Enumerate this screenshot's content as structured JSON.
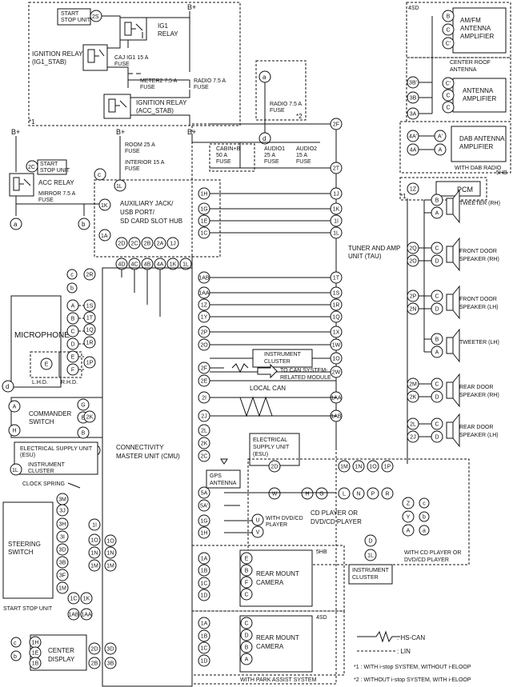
{
  "labels": {
    "start_stop_unit_top": [
      "START",
      "STOP UNIT"
    ],
    "ig1_relay": [
      "IG1",
      "RELAY"
    ],
    "ignition_relay_ig1": [
      "IGNITION RELAY",
      "(IG1_STAB)"
    ],
    "caj_ig1_fuse": [
      "CAJ IG1 15 A",
      "FUSE"
    ],
    "meter2_fuse": [
      "METER2 7.5 A",
      "FUSE"
    ],
    "radio_fuse_top": [
      "RADIO 7.5 A",
      "FUSE"
    ],
    "ignition_relay_acc": [
      "IGNITION RELAY",
      "(ACC_STAB)"
    ],
    "radio_fuse_right": [
      "RADIO 7.5 A",
      "FUSE"
    ],
    "room_fuse": [
      "ROOM 25 A",
      "FUSE"
    ],
    "interior_fuse": [
      "INTERIOR 15 A",
      "FUSE"
    ],
    "cabin_fuse": [
      "CABIN+B",
      "50 A",
      "FUSE"
    ],
    "audio1_fuse": [
      "AUDIO1",
      "25 A",
      "FUSE"
    ],
    "audio2_fuse": [
      "AUDIO2",
      "15 A",
      "FUSE"
    ],
    "start_stop_unit_left": [
      "START",
      "STOP UNIT"
    ],
    "acc_relay": "ACC RELAY",
    "mirror_fuse": [
      "MIRROR 7.5 A",
      "FUSE"
    ],
    "aux_jack": [
      "AUXILIARY JACK/",
      "USB PORT/",
      "SD CARD SLOT HUB"
    ],
    "tuner_amp": [
      "TUNER AND AMP",
      "UNIT (TAU)"
    ],
    "microphone": "MICROPHONE",
    "lhd": "L.H.D.",
    "rhd": "R.H.D.",
    "instrument_cluster_mid": [
      "INSTRUMENT",
      "CLUSTER"
    ],
    "can_system": [
      "TO CAN SYSTEM-",
      "RELATED MODULE"
    ],
    "local_can": "LOCAL CAN",
    "commander_switch": [
      "COMMANDER",
      "SWITCH"
    ],
    "cmu": [
      "CONNECTIVITY",
      "MASTER UNIT (CMU)"
    ],
    "esu_left": [
      "ELECTRICAL SUPPLY UNIT",
      "(ESU)"
    ],
    "instrument_cluster_left": [
      "INSTRUMENT",
      "CLUSTER"
    ],
    "esu_mid": [
      "ELECTRICAL",
      "SUPPLY UNIT",
      "(ESU)"
    ],
    "gps_antenna": [
      "GPS",
      "ANTENNA"
    ],
    "clock_spring": "CLOCK SPRING",
    "steering_switch": [
      "STEERING",
      "SWITCH"
    ],
    "cd_player": [
      "CD PLAYER OR",
      "DVD/CD PLAYER"
    ],
    "with_dvd": [
      "WITH DVD/CD",
      "PLAYER"
    ],
    "with_cd_player": [
      "WITH CD PLAYER OR",
      "DVD/CD PLAYER"
    ],
    "instrument_cluster_right": [
      "INSTRUMENT",
      "CLUSTER"
    ],
    "rear_camera_5hb": [
      "REAR MOUNT",
      "CAMERA"
    ],
    "rear_camera_4sd": [
      "REAR MOUNT",
      "CAMERA"
    ],
    "start_stop_unit_bottom": "START STOP UNIT",
    "center_display": [
      "CENTER",
      "DISPLAY"
    ],
    "with_park_assist": "WITH PARK ASSIST SYSTEM",
    "am_fm_amp": [
      "AM/FM",
      "ANTENNA",
      "AMPLIFIER"
    ],
    "center_roof_antenna": [
      "CENTER ROOF",
      "ANTENNA"
    ],
    "antenna_amplifier": [
      "ANTENNA",
      "AMPLIFIER"
    ],
    "dab_amp": [
      "DAB ANTENNA",
      "AMPLIFIER"
    ],
    "with_dab": "WITH DAB RADIO",
    "pcm": "PCM",
    "tweeter_rh": "TWEETER (RH)",
    "front_door_rh": [
      "FRONT DOOR",
      "SPEAKER (RH)"
    ],
    "front_door_lh": [
      "FRONT DOOR",
      "SPEAKER (LH)"
    ],
    "tweeter_lh": "TWEETER (LH)",
    "rear_door_rh": [
      "REAR DOOR",
      "SPEAKER (RH)"
    ],
    "rear_door_lh": [
      "REAR DOOR",
      "SPEAKER (LH)"
    ],
    "b_plus": "B+",
    "tag_4sd": "4SD",
    "tag_5hb": "5HB",
    "note_star1": "*1",
    "note_star2": "*2"
  },
  "legend": {
    "hs_can": ": HS-CAN",
    "lin": ": LIN",
    "note1": "*1  : WITH i-stop SYSTEM, WITHOUT i-ELOOP",
    "note2": "*2  : WITHOUT i-stop SYSTEM, WITH i-ELOOP"
  },
  "tau_pins_left": [
    "1H",
    "1G",
    "1E",
    "1C",
    "1AB",
    "1AA",
    "1Z",
    "1Y",
    "2P",
    "2O",
    "2F",
    "2E",
    "2I",
    "2J",
    "2L",
    "2K",
    "2C",
    "5A",
    "5A'",
    "1G",
    "1H",
    "1A",
    "1B",
    "1C",
    "1D",
    "1A",
    "1B",
    "1C",
    "1D"
  ],
  "tau_pins_right": [
    "2F",
    "2T",
    "1J",
    "1K",
    "1I",
    "1L",
    "1T",
    "1S",
    "1R",
    "1Q",
    "1X",
    "1W",
    "1O",
    "2W",
    "1AA",
    "1AB"
  ],
  "cmu_pins": [
    "2R",
    "1S",
    "1T",
    "1Q",
    "1R",
    "1P",
    "2K",
    "2D",
    "1I",
    "1O",
    "1N",
    "1M"
  ],
  "connectors": {
    "mic": [
      "A",
      "B",
      "C",
      "D",
      "E",
      "F"
    ],
    "commander": [
      "A",
      "G",
      "E",
      "H",
      "B"
    ],
    "steering": [
      "3M",
      "3J",
      "3H",
      "3I",
      "3D",
      "3B",
      "3F",
      "1M"
    ],
    "aux_top": [
      "2D",
      "2C",
      "2B",
      "2A",
      "1J"
    ],
    "aux_bottom": [
      "4D",
      "4C",
      "4B",
      "4A",
      "1K",
      "1L"
    ],
    "cd_player_pins": [
      "1M",
      "1N",
      "1O",
      "1P"
    ],
    "cd_player_letters": [
      "L",
      "N",
      "P",
      "R"
    ],
    "esu_pins": [
      "H",
      "G"
    ],
    "cd_side": [
      "Z",
      "Y",
      "A"
    ],
    "cd_side_refs": [
      "c",
      "b",
      "a"
    ],
    "camera_5hb": [
      "E",
      "B",
      "F",
      "C"
    ],
    "camera_4sd": [
      "C",
      "D",
      "B",
      "A"
    ],
    "center_display_pins": [
      "1H",
      "1E",
      "1B"
    ],
    "center_display_right": [
      "2D",
      "2B",
      "3D",
      "3B"
    ],
    "speaker_pins": [
      "B",
      "A",
      "C",
      "D"
    ],
    "am_fm_pins": [
      "B",
      "C",
      "C'"
    ],
    "roof_pins": [
      "C'",
      "C",
      "C"
    ],
    "dab_pins": [
      "A'",
      "A"
    ],
    "tau_antenna": [
      "3B'",
      "3B",
      "3A",
      "4A'",
      "4A"
    ],
    "pcm_pins": [
      "1Z",
      "2P"
    ],
    "speaker_tau": [
      "2Q",
      "2O",
      "2P",
      "2N",
      "2M",
      "2K",
      "2L",
      "2J"
    ],
    "refs": [
      "a",
      "b",
      "c",
      "d"
    ]
  }
}
